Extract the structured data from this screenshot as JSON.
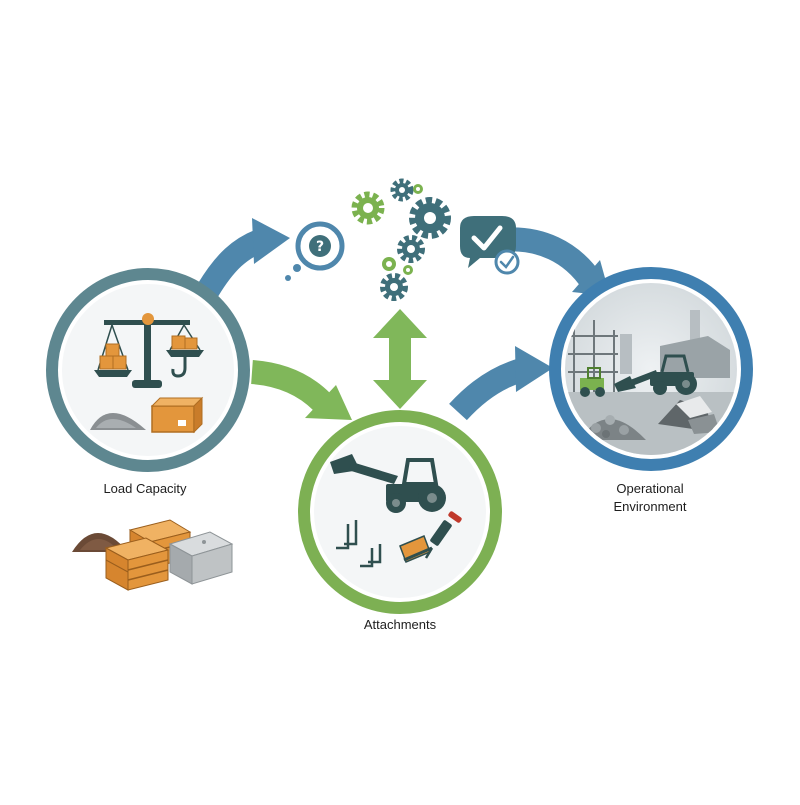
{
  "nodes": {
    "load_capacity": {
      "label": "Load Capacity",
      "ring_color": "#5e8790"
    },
    "attachments": {
      "label": "Attachments",
      "ring_color": "#7db053"
    },
    "operational_environment": {
      "label_line1": "Operational",
      "label_line2": "Environment",
      "ring_color": "#3f7fb0"
    }
  },
  "colors": {
    "arrow_blue": "#4f87ac",
    "arrow_green": "#80b75a",
    "gear_teal": "#3f6f7a",
    "gear_green": "#7bb24f",
    "crate": "#e3963c",
    "machine": "#2f4f4f"
  },
  "icons": [
    "question-bubble-icon",
    "checkmark-bubble-icon",
    "gear-cluster-icon",
    "balance-scale-icon",
    "loader-icon",
    "forklift-fork-icon",
    "bucket-icon",
    "jackhammer-icon",
    "crate-icon",
    "gravel-pile-icon",
    "concrete-block-icon"
  ]
}
